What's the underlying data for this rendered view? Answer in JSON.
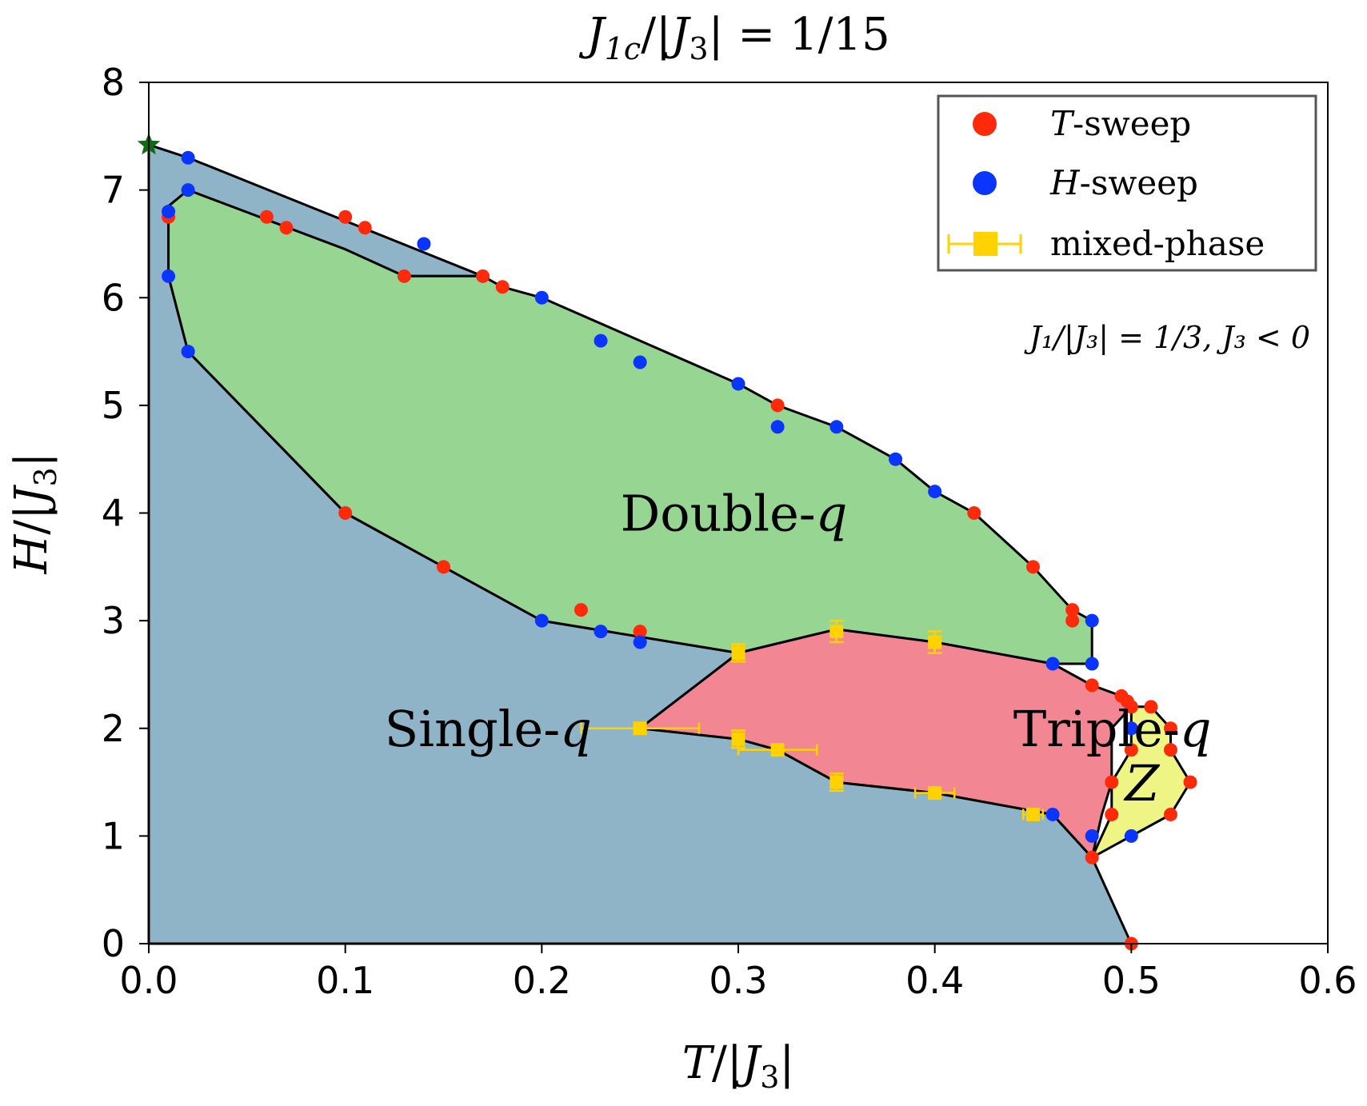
{
  "chart_data": {
    "type": "scatter",
    "title": {
      "pre": "J",
      "sub": "1c",
      "post": "/|",
      "j": "J",
      "jsub": "3",
      "tail": "| = 1/15"
    },
    "xlabel": {
      "pre": "T",
      "mid": "/|",
      "j": "J",
      "jsub": "3",
      "tail": "|"
    },
    "ylabel": {
      "pre": "H",
      "mid": "/|",
      "j": "J",
      "jsub": "3",
      "tail": "|"
    },
    "xlim": [
      0.0,
      0.6
    ],
    "ylim": [
      0,
      8
    ],
    "xticks": [
      "0.0",
      "0.1",
      "0.2",
      "0.3",
      "0.4",
      "0.5",
      "0.6"
    ],
    "xtick_values": [
      0.0,
      0.1,
      0.2,
      0.3,
      0.4,
      0.5,
      0.6
    ],
    "yticks": [
      "0",
      "1",
      "2",
      "3",
      "4",
      "5",
      "6",
      "7",
      "8"
    ],
    "ytick_values": [
      0,
      1,
      2,
      3,
      4,
      5,
      6,
      7,
      8
    ],
    "grid": false,
    "legend_position": "top-right",
    "parameter_annotation": "J₁/|J₃| = 1/3,  J₃ < 0",
    "colors": {
      "single_q": "#8fb4c8",
      "double_q": "#96d592",
      "triple_q": "#f38693",
      "z_phase": "#eff585",
      "t_sweep": "#ff2a0a",
      "h_sweep": "#0a35ff",
      "mixed": "#ffd200",
      "star": "#0e6b14"
    },
    "regions": [
      {
        "name": "Single-q",
        "label": "Single-",
        "label_q": "q",
        "label_at": [
          0.12,
          2.0
        ],
        "boundary": [
          [
            0.0,
            7.42
          ],
          [
            0.0,
            0.0
          ],
          [
            0.5,
            0.0
          ],
          [
            0.48,
            0.8
          ],
          [
            0.46,
            1.2
          ],
          [
            0.4,
            1.4
          ],
          [
            0.35,
            1.5
          ],
          [
            0.32,
            1.8
          ],
          [
            0.3,
            1.9
          ],
          [
            0.25,
            2.0
          ],
          [
            0.3,
            2.7
          ],
          [
            0.25,
            2.85
          ],
          [
            0.2,
            3.0
          ],
          [
            0.15,
            3.5
          ],
          [
            0.1,
            4.0
          ],
          [
            0.02,
            5.5
          ],
          [
            0.01,
            6.2
          ],
          [
            0.01,
            6.85
          ],
          [
            0.02,
            7.0
          ],
          [
            0.13,
            6.2
          ],
          [
            0.17,
            6.2
          ],
          [
            0.02,
            7.3
          ]
        ]
      },
      {
        "name": "Double-q",
        "label": "Double-",
        "label_q": "q",
        "label_at": [
          0.24,
          4.0
        ],
        "boundary": [
          [
            0.01,
            6.85
          ],
          [
            0.02,
            7.0
          ],
          [
            0.1,
            6.45
          ],
          [
            0.13,
            6.2
          ],
          [
            0.17,
            6.2
          ],
          [
            0.18,
            6.1
          ],
          [
            0.2,
            6.0
          ],
          [
            0.25,
            5.6
          ],
          [
            0.3,
            5.2
          ],
          [
            0.32,
            5.0
          ],
          [
            0.35,
            4.8
          ],
          [
            0.38,
            4.5
          ],
          [
            0.4,
            4.2
          ],
          [
            0.42,
            4.0
          ],
          [
            0.45,
            3.5
          ],
          [
            0.47,
            3.1
          ],
          [
            0.48,
            3.0
          ],
          [
            0.48,
            2.6
          ],
          [
            0.46,
            2.6
          ],
          [
            0.4,
            2.8
          ],
          [
            0.35,
            2.92
          ],
          [
            0.3,
            2.7
          ],
          [
            0.25,
            2.85
          ],
          [
            0.2,
            3.0
          ],
          [
            0.15,
            3.5
          ],
          [
            0.1,
            4.0
          ],
          [
            0.02,
            5.5
          ],
          [
            0.01,
            6.2
          ]
        ]
      },
      {
        "name": "Triple-q",
        "label": "Triple-",
        "label_q": "q",
        "label_at": [
          0.44,
          2.0
        ],
        "boundary": [
          [
            0.25,
            2.0
          ],
          [
            0.3,
            2.7
          ],
          [
            0.35,
            2.92
          ],
          [
            0.4,
            2.8
          ],
          [
            0.46,
            2.6
          ],
          [
            0.48,
            2.4
          ],
          [
            0.495,
            2.3
          ],
          [
            0.5,
            2.2
          ],
          [
            0.49,
            2.0
          ],
          [
            0.49,
            1.8
          ],
          [
            0.49,
            1.5
          ],
          [
            0.485,
            1.2
          ],
          [
            0.48,
            0.8
          ],
          [
            0.46,
            1.2
          ],
          [
            0.4,
            1.4
          ],
          [
            0.35,
            1.5
          ],
          [
            0.32,
            1.8
          ],
          [
            0.3,
            1.9
          ]
        ]
      },
      {
        "name": "Z",
        "label": "Z",
        "label_q": "",
        "label_at": [
          0.5055,
          1.45
        ],
        "boundary": [
          [
            0.48,
            0.8
          ],
          [
            0.49,
            1.2
          ],
          [
            0.49,
            1.5
          ],
          [
            0.5,
            1.8
          ],
          [
            0.5,
            2.2
          ],
          [
            0.51,
            2.2
          ],
          [
            0.52,
            2.0
          ],
          [
            0.52,
            1.8
          ],
          [
            0.53,
            1.5
          ],
          [
            0.52,
            1.2
          ],
          [
            0.5,
            1.0
          ]
        ]
      }
    ],
    "series": [
      {
        "name": "T-sweep",
        "name_math": "T",
        "name_text": "-sweep",
        "marker": "circle",
        "points": [
          [
            0.01,
            6.75
          ],
          [
            0.06,
            6.75
          ],
          [
            0.07,
            6.65
          ],
          [
            0.1,
            6.75
          ],
          [
            0.11,
            6.65
          ],
          [
            0.13,
            6.2
          ],
          [
            0.17,
            6.2
          ],
          [
            0.18,
            6.1
          ],
          [
            0.32,
            5.0
          ],
          [
            0.42,
            4.0
          ],
          [
            0.45,
            3.5
          ],
          [
            0.47,
            3.1
          ],
          [
            0.47,
            3.0
          ],
          [
            0.1,
            4.0
          ],
          [
            0.15,
            3.5
          ],
          [
            0.22,
            3.1
          ],
          [
            0.25,
            2.9
          ],
          [
            0.48,
            2.4
          ],
          [
            0.495,
            2.3
          ],
          [
            0.498,
            2.25
          ],
          [
            0.5,
            2.2
          ],
          [
            0.51,
            2.2
          ],
          [
            0.52,
            2.0
          ],
          [
            0.5,
            1.8
          ],
          [
            0.52,
            1.8
          ],
          [
            0.49,
            1.5
          ],
          [
            0.53,
            1.5
          ],
          [
            0.49,
            1.2
          ],
          [
            0.52,
            1.2
          ],
          [
            0.48,
            0.8
          ],
          [
            0.5,
            0.0
          ]
        ]
      },
      {
        "name": "H-sweep",
        "name_math": "H",
        "name_text": "-sweep",
        "marker": "circle",
        "points": [
          [
            0.02,
            7.3
          ],
          [
            0.02,
            7.0
          ],
          [
            0.01,
            6.8
          ],
          [
            0.14,
            6.5
          ],
          [
            0.01,
            6.2
          ],
          [
            0.2,
            6.0
          ],
          [
            0.23,
            5.6
          ],
          [
            0.25,
            5.4
          ],
          [
            0.02,
            5.5
          ],
          [
            0.3,
            5.2
          ],
          [
            0.32,
            4.8
          ],
          [
            0.35,
            4.8
          ],
          [
            0.38,
            4.5
          ],
          [
            0.4,
            4.2
          ],
          [
            0.48,
            3.0
          ],
          [
            0.2,
            3.0
          ],
          [
            0.23,
            2.9
          ],
          [
            0.25,
            2.8
          ],
          [
            0.46,
            2.6
          ],
          [
            0.48,
            2.6
          ],
          [
            0.5,
            2.0
          ],
          [
            0.46,
            1.2
          ],
          [
            0.48,
            1.0
          ],
          [
            0.5,
            1.0
          ]
        ]
      },
      {
        "name": "mixed-phase",
        "marker": "square",
        "errorbars": true,
        "points": [
          {
            "x": 0.25,
            "y": 2.0,
            "xerr": 0.03,
            "yerr": 0.0
          },
          {
            "x": 0.3,
            "y": 2.7,
            "xerr": 0.0,
            "yerr": 0.08
          },
          {
            "x": 0.3,
            "y": 1.9,
            "xerr": 0.0,
            "yerr": 0.08
          },
          {
            "x": 0.32,
            "y": 1.8,
            "xerr": 0.02,
            "yerr": 0.0
          },
          {
            "x": 0.35,
            "y": 2.9,
            "xerr": 0.0,
            "yerr": 0.1
          },
          {
            "x": 0.35,
            "y": 1.5,
            "xerr": 0.0,
            "yerr": 0.08
          },
          {
            "x": 0.4,
            "y": 2.8,
            "xerr": 0.0,
            "yerr": 0.1
          },
          {
            "x": 0.4,
            "y": 1.4,
            "xerr": 0.01,
            "yerr": 0.0
          },
          {
            "x": 0.45,
            "y": 1.2,
            "xerr": 0.005,
            "yerr": 0.0
          }
        ]
      },
      {
        "name": "critical-point",
        "marker": "star",
        "points": [
          [
            0.0,
            7.42
          ]
        ]
      }
    ]
  }
}
